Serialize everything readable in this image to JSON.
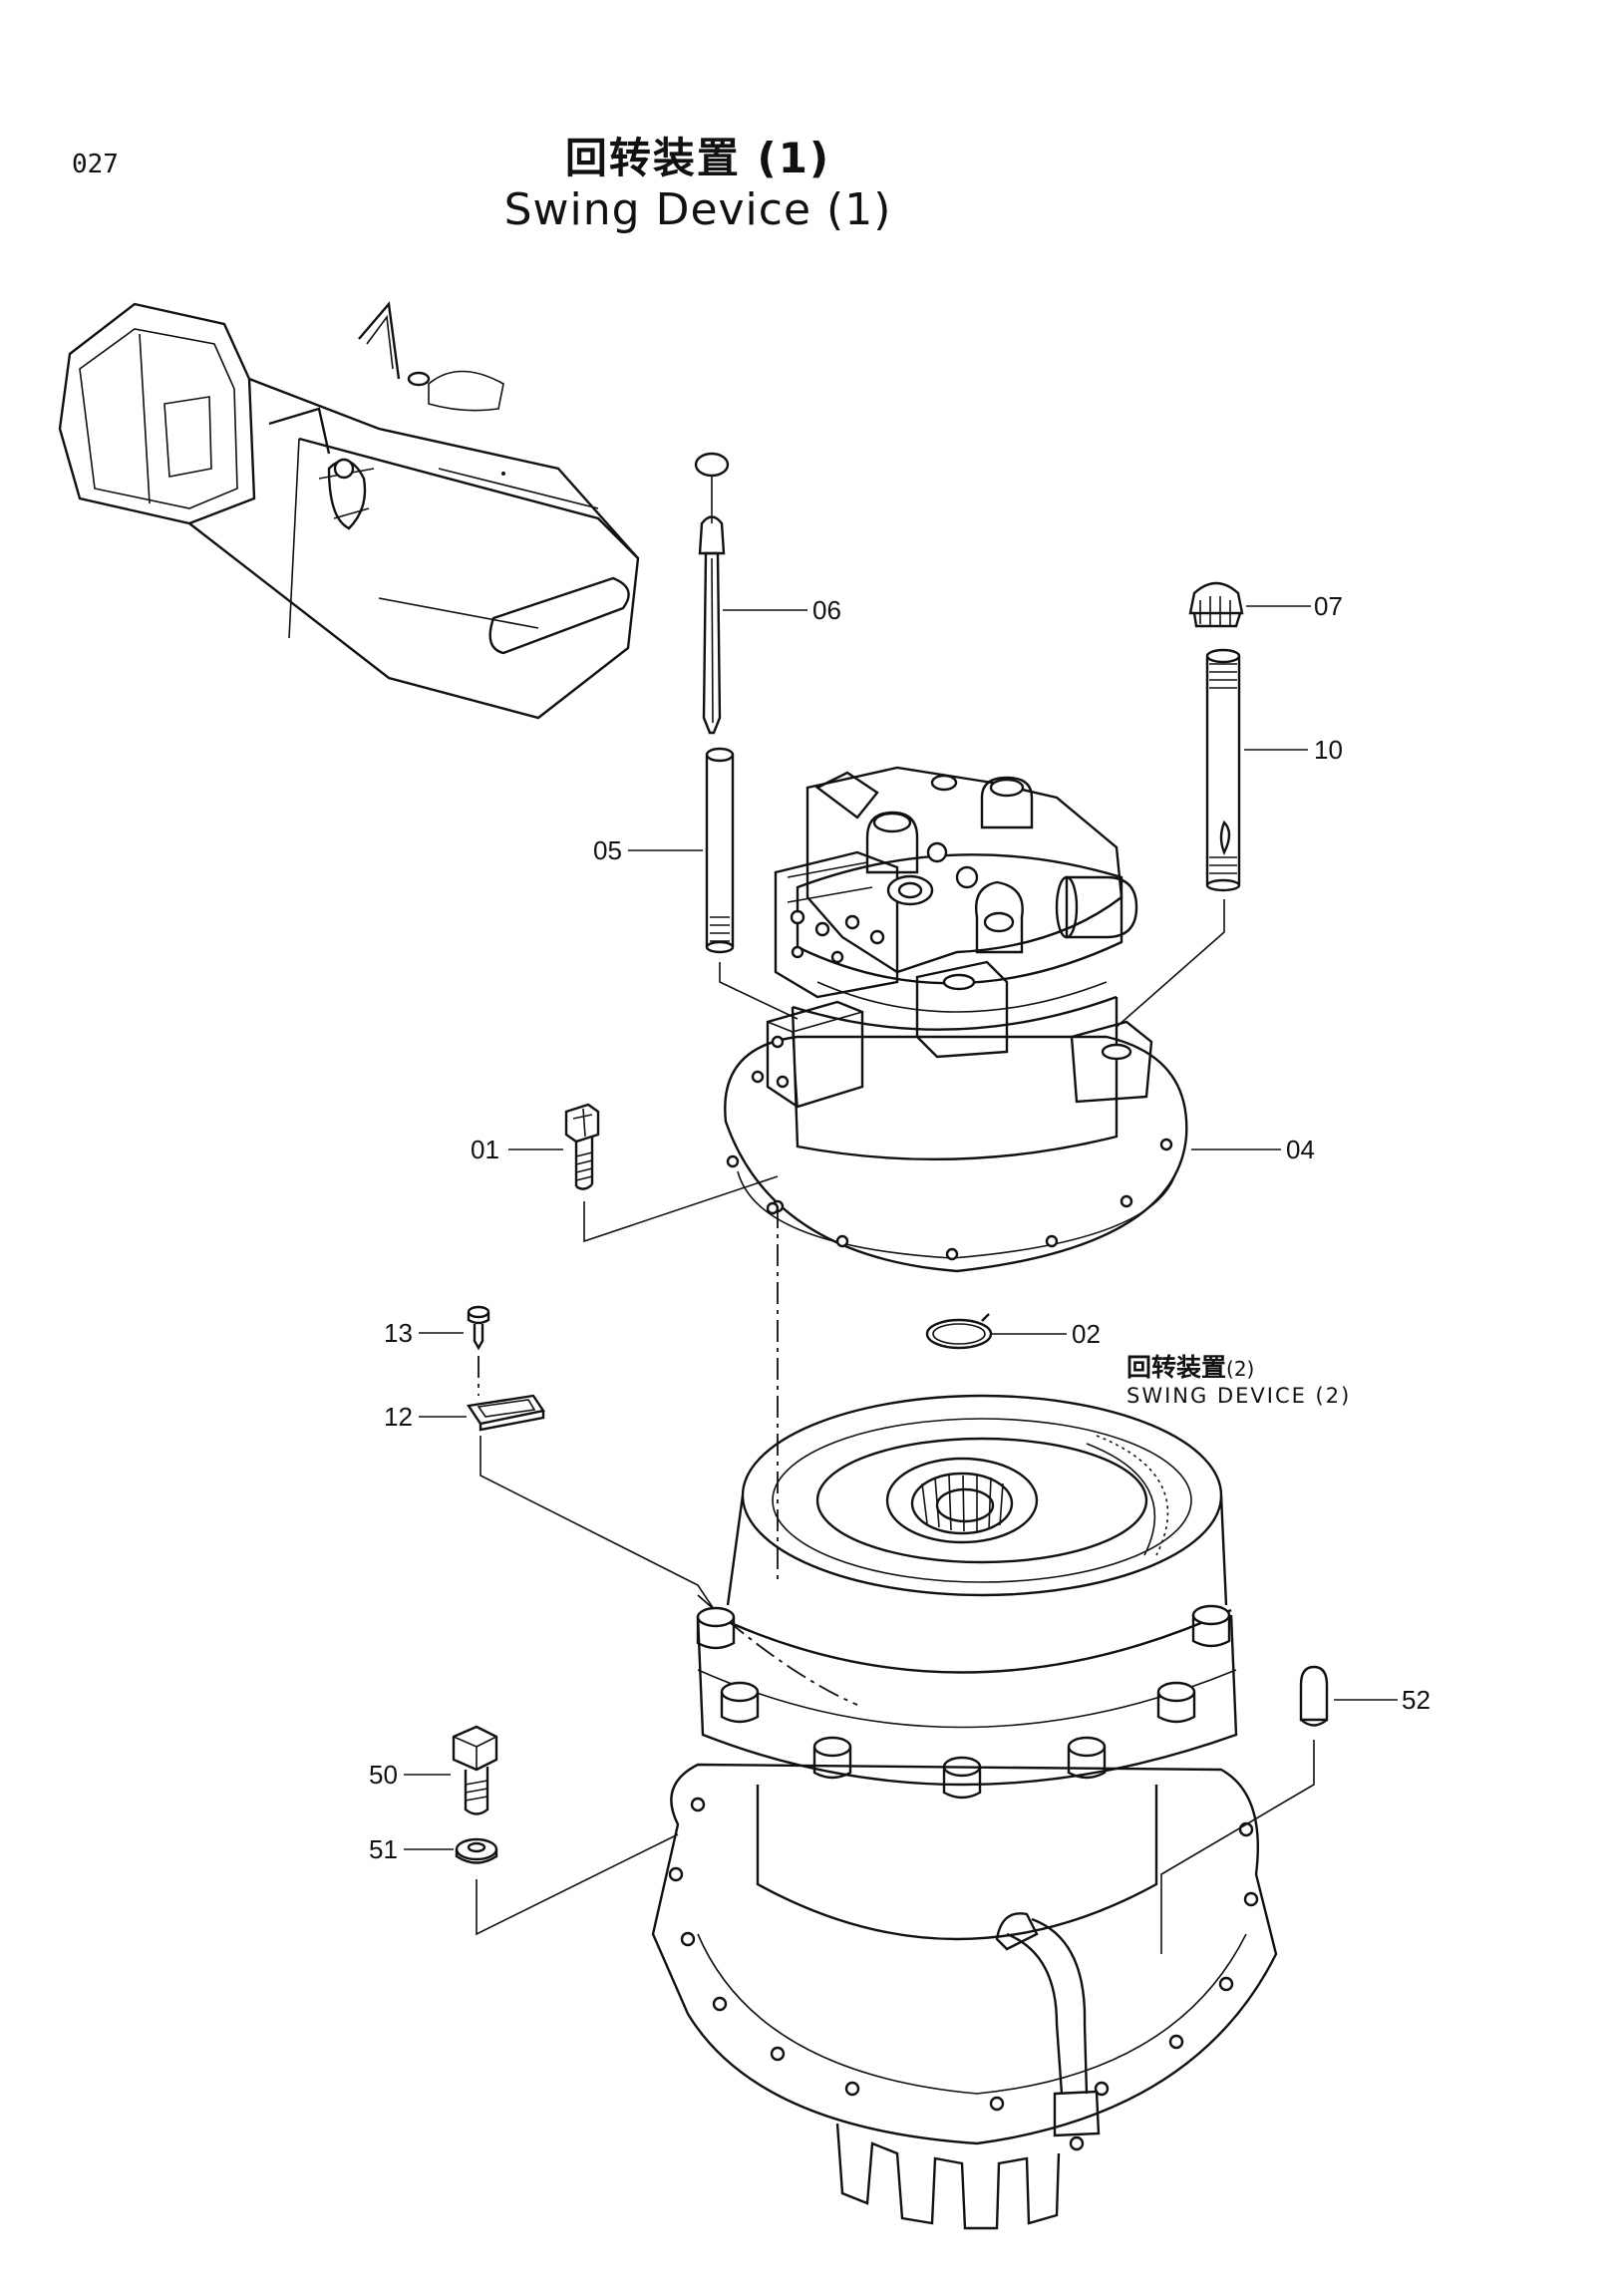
{
  "header": {
    "page_number": "027",
    "title_cn": "回转装置 (1)",
    "title_en": "Swing Device (1)"
  },
  "reference": {
    "title_cn": "回转装置",
    "number": "(2)",
    "title_en": "SWING DEVICE (2)"
  },
  "callouts": {
    "c06": "06",
    "c07": "07",
    "c10": "10",
    "c05": "05",
    "c01": "01",
    "c04": "04",
    "c13": "13",
    "c02": "02",
    "c12": "12",
    "c52": "52",
    "c50": "50",
    "c51": "51"
  }
}
